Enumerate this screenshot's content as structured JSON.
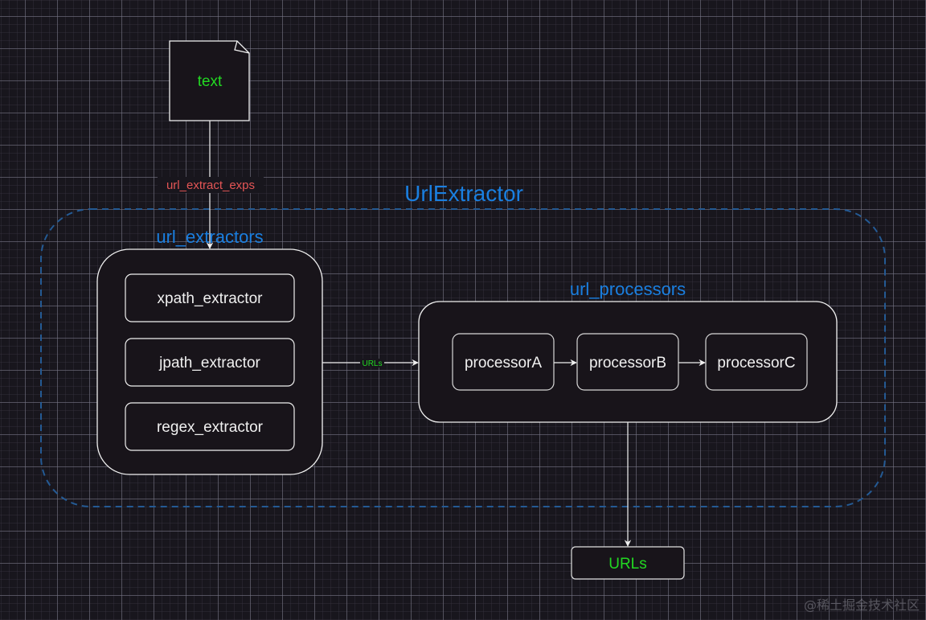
{
  "colors": {
    "background": "#18161d",
    "node_fill": "#18141a",
    "stroke": "#f0f0f0",
    "container_label": "#1a7fe0",
    "dashed_container": "#245a94",
    "green_text": "#22d822",
    "edge_label_red": "#e35555",
    "white_text": "#f0f0f0"
  },
  "diagram": {
    "input_document": {
      "label": "text",
      "icon": "document-icon"
    },
    "input_edge": {
      "label": "url_extract_exps"
    },
    "outer_container": {
      "label": "UrlExtractor"
    },
    "extractors_group": {
      "label": "url_extractors",
      "items": [
        {
          "label": "xpath_extractor"
        },
        {
          "label": "jpath_extractor"
        },
        {
          "label": "regex_extractor"
        }
      ]
    },
    "middle_edge": {
      "label": "URLs"
    },
    "processors_group": {
      "label": "url_processors",
      "items": [
        {
          "label": "processorA"
        },
        {
          "label": "processorB"
        },
        {
          "label": "processorC"
        }
      ]
    },
    "output_node": {
      "label": "URLs"
    }
  },
  "watermark": "@稀土掘金技术社区"
}
